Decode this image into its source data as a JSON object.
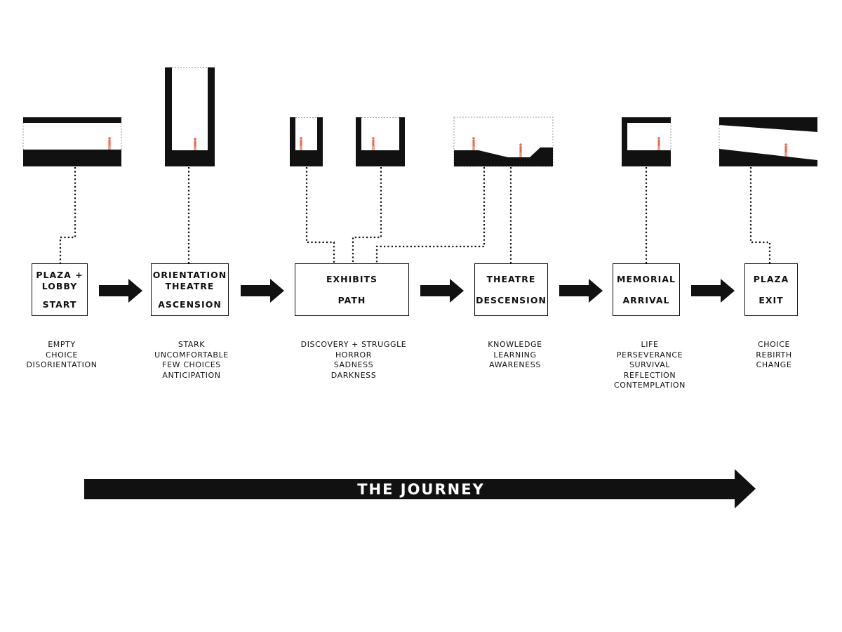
{
  "stages": [
    {
      "id": "plaza-lobby",
      "name": "PLAZA +\nLOBBY",
      "sub": "START",
      "words": [
        "EMPTY",
        "CHOICE",
        "DISORIENTATION"
      ]
    },
    {
      "id": "orientation-theatre",
      "name": "ORIENTATION\nTHEATRE",
      "sub": "ASCENSION",
      "words": [
        "STARK",
        "UNCOMFORTABLE",
        "FEW CHOICES",
        "ANTICIPATION"
      ]
    },
    {
      "id": "exhibits",
      "name": "EXHIBITS",
      "sub": "PATH",
      "words": [
        "DISCOVERY + STRUGGLE",
        "HORROR",
        "SADNESS",
        "DARKNESS"
      ]
    },
    {
      "id": "theatre",
      "name": "THEATRE",
      "sub": "DESCENSION",
      "words": [
        "KNOWLEDGE",
        "LEARNING",
        "AWARENESS"
      ]
    },
    {
      "id": "memorial",
      "name": "MEMORIAL",
      "sub": "ARRIVAL",
      "words": [
        "LIFE",
        "PERSEVERANCE",
        "SURVIVAL",
        "REFLECTION",
        "CONTEMPLATION"
      ]
    },
    {
      "id": "plaza-exit",
      "name": "PLAZA",
      "sub": "EXIT",
      "words": [
        "CHOICE",
        "REBIRTH",
        "CHANGE"
      ]
    }
  ],
  "journey_label": "THE JOURNEY",
  "colors": {
    "ink": "#111111",
    "figure": "#e8664e",
    "paper": "#ffffff",
    "dash": "#999999"
  }
}
